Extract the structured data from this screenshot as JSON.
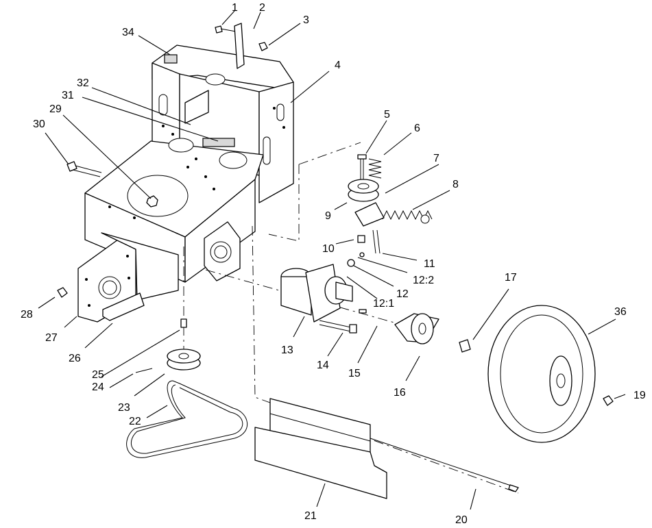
{
  "callouts": [
    {
      "id": "c1",
      "text": "1"
    },
    {
      "id": "c2",
      "text": "2"
    },
    {
      "id": "c3",
      "text": "3"
    },
    {
      "id": "c4",
      "text": "4"
    },
    {
      "id": "c5",
      "text": "5"
    },
    {
      "id": "c6",
      "text": "6"
    },
    {
      "id": "c7",
      "text": "7"
    },
    {
      "id": "c8",
      "text": "8"
    },
    {
      "id": "c9",
      "text": "9"
    },
    {
      "id": "c10",
      "text": "10"
    },
    {
      "id": "c11",
      "text": "11"
    },
    {
      "id": "c12_2",
      "text": "12:2"
    },
    {
      "id": "c12",
      "text": "12"
    },
    {
      "id": "c12_1",
      "text": "12:1"
    },
    {
      "id": "c13",
      "text": "13"
    },
    {
      "id": "c14",
      "text": "14"
    },
    {
      "id": "c15",
      "text": "15"
    },
    {
      "id": "c16",
      "text": "16"
    },
    {
      "id": "c17",
      "text": "17"
    },
    {
      "id": "c19",
      "text": "19"
    },
    {
      "id": "c20",
      "text": "20"
    },
    {
      "id": "c21",
      "text": "21"
    },
    {
      "id": "c22",
      "text": "22"
    },
    {
      "id": "c23",
      "text": "23"
    },
    {
      "id": "c24",
      "text": "24"
    },
    {
      "id": "c25",
      "text": "25"
    },
    {
      "id": "c26",
      "text": "26"
    },
    {
      "id": "c27",
      "text": "27"
    },
    {
      "id": "c28",
      "text": "28"
    },
    {
      "id": "c29",
      "text": "29"
    },
    {
      "id": "c30",
      "text": "30"
    },
    {
      "id": "c31",
      "text": "31"
    },
    {
      "id": "c32",
      "text": "32"
    },
    {
      "id": "c34",
      "text": "34"
    },
    {
      "id": "c36",
      "text": "36"
    }
  ]
}
